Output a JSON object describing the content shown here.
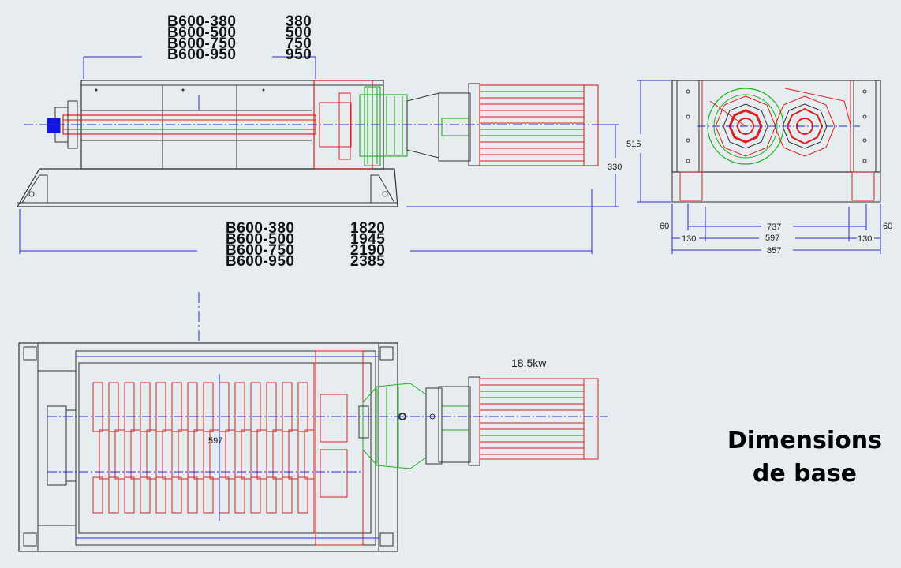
{
  "model_length_table_top": [
    {
      "model": "B600-380",
      "value": "380"
    },
    {
      "model": "B600-500",
      "value": "500"
    },
    {
      "model": "B600-750",
      "value": "750"
    },
    {
      "model": "B600-950",
      "value": "950"
    }
  ],
  "model_length_table_bottom": [
    {
      "model": "B600-380",
      "value": "1820"
    },
    {
      "model": "B600-500",
      "value": "1945"
    },
    {
      "model": "B600-750",
      "value": "2190"
    },
    {
      "model": "B600-950",
      "value": "2385"
    }
  ],
  "dimensions": {
    "height_330": "330",
    "height_515": "515",
    "width_737": "737",
    "width_597": "597",
    "width_857": "857",
    "side_60_left": "60",
    "side_60_right": "60",
    "side_130_left": "130",
    "side_130_right": "130",
    "top_view_597": "597"
  },
  "motor_power": "18.5kw",
  "title_line1": "Dimensions",
  "title_line2": "de base",
  "colors": {
    "background": "#e6ecef",
    "frame": "#3a3a3a",
    "shaft": "#e02020",
    "gearbox": "#19b419",
    "centerline": "#2a2ad8",
    "dimension": "#2a2ad8"
  }
}
